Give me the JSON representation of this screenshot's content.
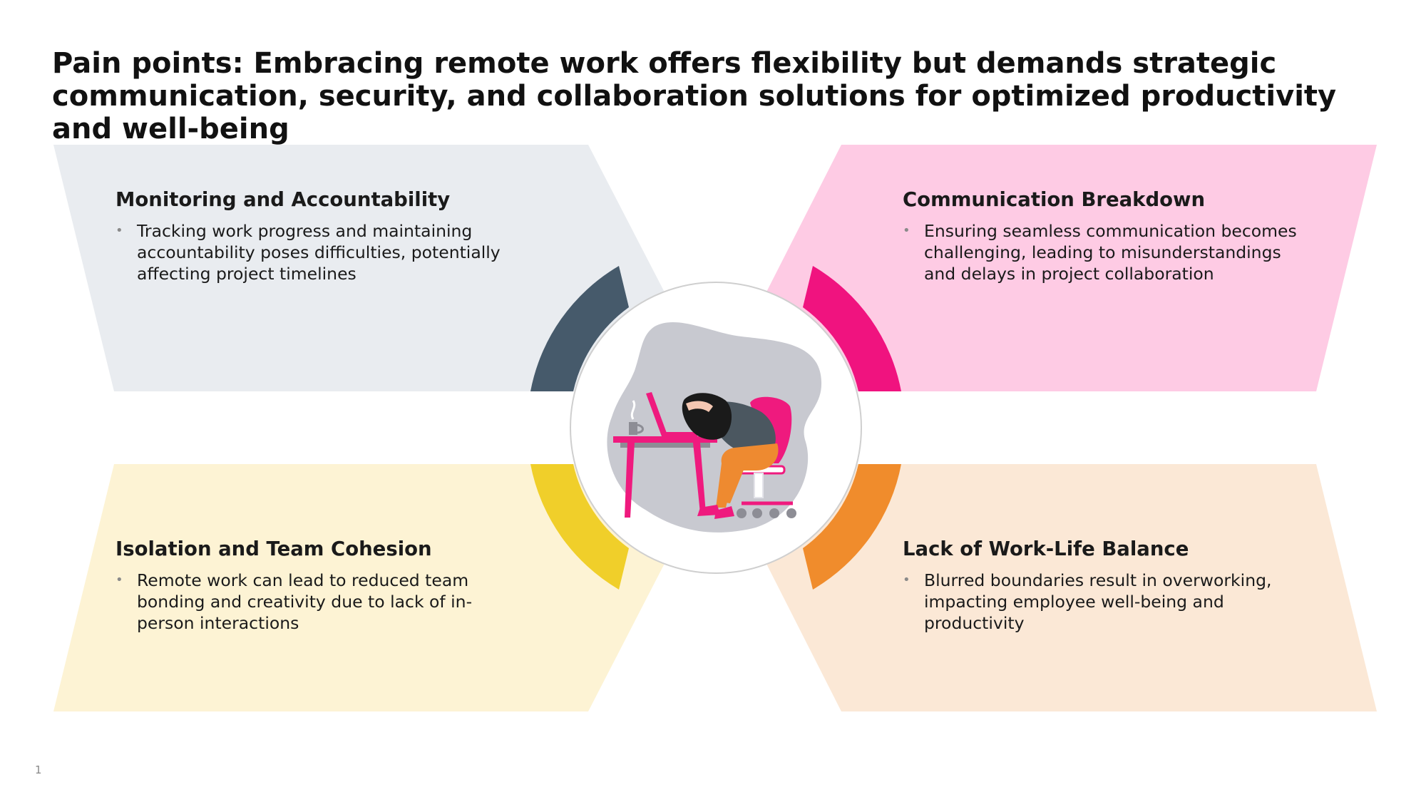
{
  "title": "Pain points: Embracing remote work offers flexibility but demands strategic communication, security, and collaboration solutions for optimized productivity and well-being",
  "colors": {
    "monitoring_panel": "#e9ecf0",
    "monitoring_accent": "#465a6b",
    "communication_panel": "#fecbe4",
    "communication_accent": "#f0137f",
    "isolation_panel": "#fdf3d4",
    "isolation_accent": "#f0cf2a",
    "worklife_panel": "#fbe8d6",
    "worklife_accent": "#f08c2c",
    "illustration_pink": "#ef1a7e",
    "illustration_orange": "#ee8a30"
  },
  "cards": {
    "monitoring": {
      "heading": "Monitoring and Accountability",
      "body": "Tracking work progress and maintaining accountability poses difficulties, potentially affecting project timelines"
    },
    "communication": {
      "heading": "Communication Breakdown",
      "body": "Ensuring seamless communication becomes challenging, leading to misunderstandings and delays in project collaboration"
    },
    "isolation": {
      "heading": "Isolation and Team Cohesion",
      "body": "Remote work can lead to reduced team bonding and creativity due to lack of in-person interactions"
    },
    "worklife": {
      "heading": "Lack of Work-Life Balance",
      "body": "Blurred boundaries result in overworking, impacting employee well-being and productivity"
    }
  },
  "bullet_glyph": "•",
  "illustration": "stressed-remote-worker-at-desk",
  "slide_number": "1"
}
